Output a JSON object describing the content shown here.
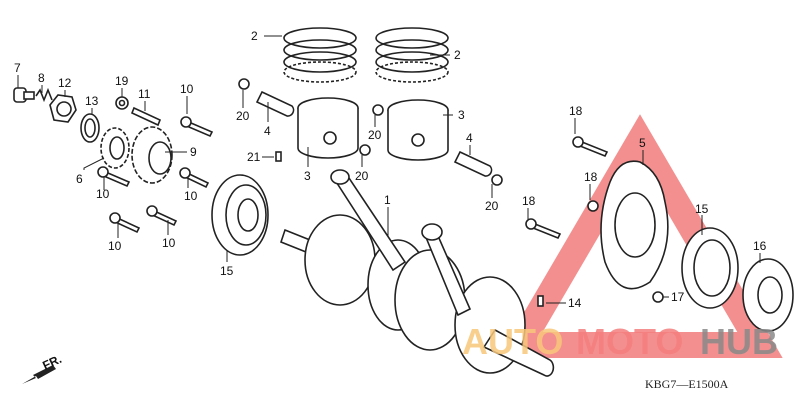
{
  "diagram_code": "KBG7—E1500A",
  "direction_label": "FR.",
  "watermark": {
    "parts": [
      "AUTO",
      "MOTO",
      "HUB"
    ],
    "colors": [
      "#f8c77a",
      "#f47e7e",
      "#8a8a8a"
    ],
    "triangle_color": "#f06a6a"
  },
  "callouts": [
    "7",
    "8",
    "12",
    "13",
    "19",
    "11",
    "10",
    "9",
    "6",
    "10",
    "10",
    "10",
    "10",
    "2",
    "2",
    "20",
    "4",
    "3",
    "21",
    "20",
    "20",
    "3",
    "4",
    "20",
    "1",
    "15",
    "18",
    "5",
    "18",
    "18",
    "15",
    "16",
    "14",
    "17"
  ]
}
